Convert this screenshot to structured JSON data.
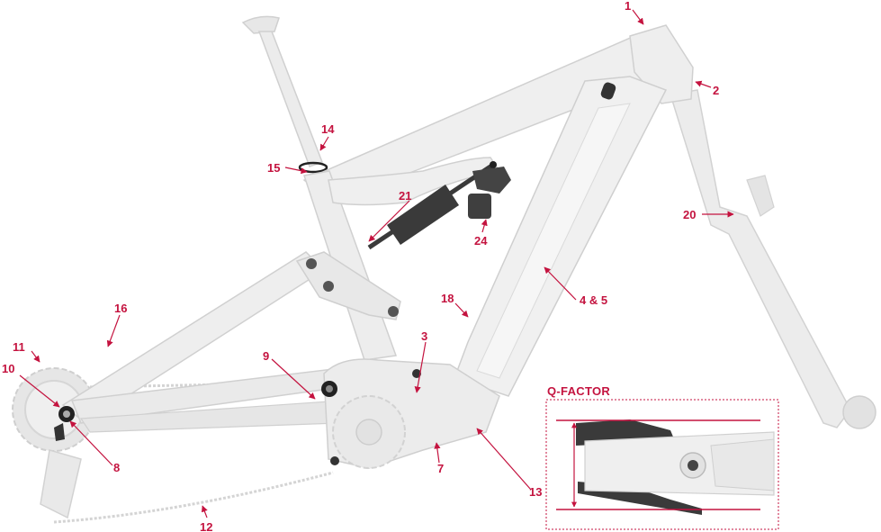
{
  "colors": {
    "accent": "#c4133f",
    "frame": "#ececec",
    "frame_edge": "#cfcfcf",
    "shock": "#3a3a3a"
  },
  "callouts": [
    {
      "id": "1",
      "text": "1"
    },
    {
      "id": "2",
      "text": "2"
    },
    {
      "id": "3",
      "text": "3"
    },
    {
      "id": "4",
      "text": "4 & 5"
    },
    {
      "id": "7",
      "text": "7"
    },
    {
      "id": "8",
      "text": "8"
    },
    {
      "id": "9",
      "text": "9"
    },
    {
      "id": "10",
      "text": "10"
    },
    {
      "id": "11",
      "text": "11"
    },
    {
      "id": "12",
      "text": "12"
    },
    {
      "id": "13",
      "text": "13"
    },
    {
      "id": "14",
      "text": "14"
    },
    {
      "id": "15",
      "text": "15"
    },
    {
      "id": "16",
      "text": "16"
    },
    {
      "id": "18",
      "text": "18"
    },
    {
      "id": "20",
      "text": "20"
    },
    {
      "id": "21",
      "text": "21"
    },
    {
      "id": "24",
      "text": "24"
    }
  ],
  "inset": {
    "title": "Q-FACTOR"
  }
}
